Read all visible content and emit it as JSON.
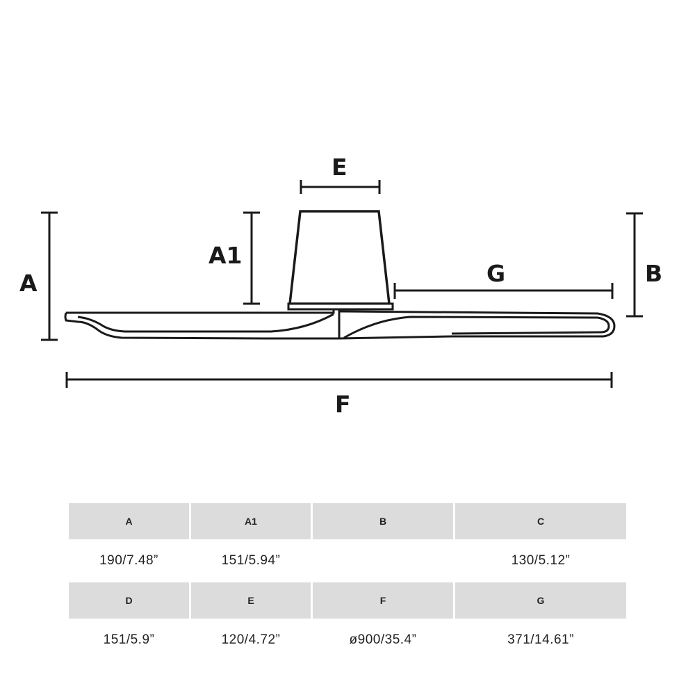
{
  "diagram": {
    "subject": "ceiling-fan-side-elevation",
    "labels": {
      "A": "A",
      "A1": "A1",
      "B": "B",
      "E": "E",
      "F": "F",
      "G": "G"
    },
    "line_color": "#1a1a1a"
  },
  "spec_table": {
    "rows": [
      {
        "headers": [
          "A",
          "A1",
          "B",
          "C"
        ],
        "values": [
          "190/7.48”",
          "151/5.94”",
          "",
          "130/5.12”"
        ]
      },
      {
        "headers": [
          "D",
          "E",
          "F",
          "G"
        ],
        "values": [
          "151/5.9”",
          "120/4.72”",
          "ø900/35.4”",
          "371/14.61”"
        ]
      }
    ],
    "header_bg": "#dcdcdc"
  }
}
